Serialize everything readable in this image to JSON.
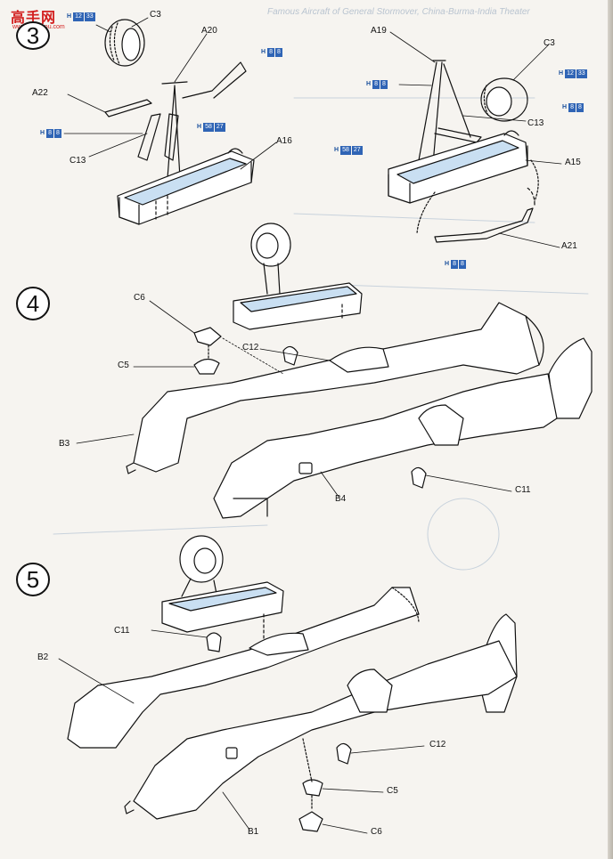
{
  "header": {
    "ghost_text": "Famous Aircraft of General Stormover, China-Burma-India Theater",
    "logo_cn": "高手网",
    "logo_url": "www.gaoshou.com"
  },
  "steps": [
    {
      "number": "3"
    },
    {
      "number": "4"
    },
    {
      "number": "5"
    }
  ],
  "part_labels": {
    "C3_a": "C3",
    "A20": "A20",
    "A22": "A22",
    "C13_a": "C13",
    "A16": "A16",
    "A19": "A19",
    "C3_b": "C3",
    "C13_b": "C13",
    "A15": "A15",
    "A21": "A21",
    "C6_a": "C6",
    "C12_a": "C12",
    "C5_a": "C5",
    "B3": "B3",
    "B4": "B4",
    "C11_a": "C11",
    "B2": "B2",
    "C11_b": "C11",
    "C12_b": "C12",
    "C5_b": "C5",
    "C6_b": "C6",
    "B1": "B1"
  },
  "paint_callouts": [
    {
      "h": "H",
      "codes": [
        "12",
        "33"
      ]
    },
    {
      "h": "H",
      "codes": [
        "8",
        "8"
      ]
    },
    {
      "h": "H",
      "codes": [
        "8",
        "8"
      ]
    },
    {
      "h": "H",
      "codes": [
        "58",
        "27"
      ]
    },
    {
      "h": "H",
      "codes": [
        "8",
        "8"
      ]
    },
    {
      "h": "H",
      "codes": [
        "12",
        "33"
      ]
    },
    {
      "h": "H",
      "codes": [
        "8",
        "8"
      ]
    },
    {
      "h": "H",
      "codes": [
        "58",
        "27"
      ]
    },
    {
      "h": "H",
      "codes": [
        "8",
        "8"
      ]
    }
  ],
  "colors": {
    "paint_chip": "#2f64b5",
    "cockpit_blue": "#c9dff2",
    "ink": "#111111",
    "logo_red": "#d21f1f"
  }
}
